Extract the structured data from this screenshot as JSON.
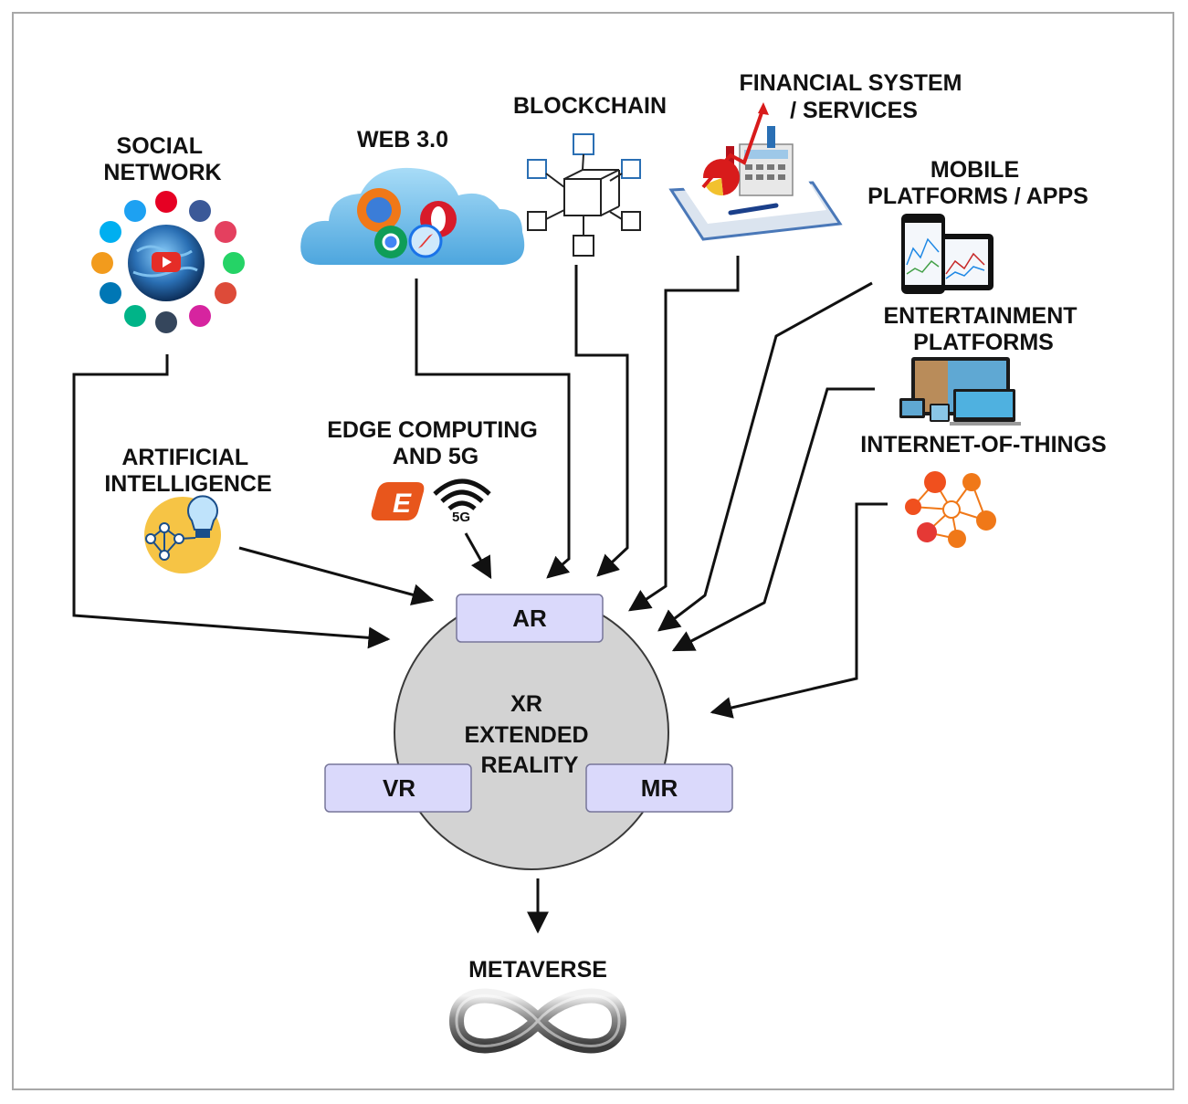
{
  "sources": {
    "social_network": {
      "lines": [
        "SOCIAL",
        "NETWORK"
      ],
      "icon": "social-media-globe-icon"
    },
    "web3": {
      "lines": [
        "WEB 3.0"
      ],
      "icon": "browser-cloud-icon"
    },
    "blockchain": {
      "lines": [
        "BLOCKCHAIN"
      ],
      "icon": "blockchain-cubes-icon"
    },
    "financial": {
      "lines": [
        "FINANCIAL SYSTEM",
        "/ SERVICES"
      ],
      "icon": "finance-chart-calculator-icon"
    },
    "mobile": {
      "lines": [
        "MOBILE",
        "PLATFORMS / APPS"
      ],
      "icon": "phone-tablet-icon"
    },
    "entertainment": {
      "lines": [
        "ENTERTAINMENT",
        "PLATFORMS"
      ],
      "icon": "multi-device-screens-icon"
    },
    "iot": {
      "lines": [
        "INTERNET-OF-THINGS"
      ],
      "icon": "iot-network-icon"
    },
    "ai": {
      "lines": [
        "ARTIFICIAL",
        "INTELLIGENCE"
      ],
      "icon": "lightbulb-network-icon"
    },
    "edge": {
      "lines": [
        "EDGE COMPUTING",
        "AND 5G"
      ],
      "icon": "edge-5g-wifi-icon",
      "badge": "5G"
    }
  },
  "xr": {
    "title_lines": [
      "XR",
      "EXTENDED",
      "REALITY"
    ],
    "ar": "AR",
    "vr": "VR",
    "mr": "MR"
  },
  "output": {
    "label": "METAVERSE",
    "icon": "infinity-icon"
  },
  "colors": {
    "circle_fill": "#d3d3d3",
    "box_fill": "#dad9fb",
    "arrow": "#111111"
  }
}
